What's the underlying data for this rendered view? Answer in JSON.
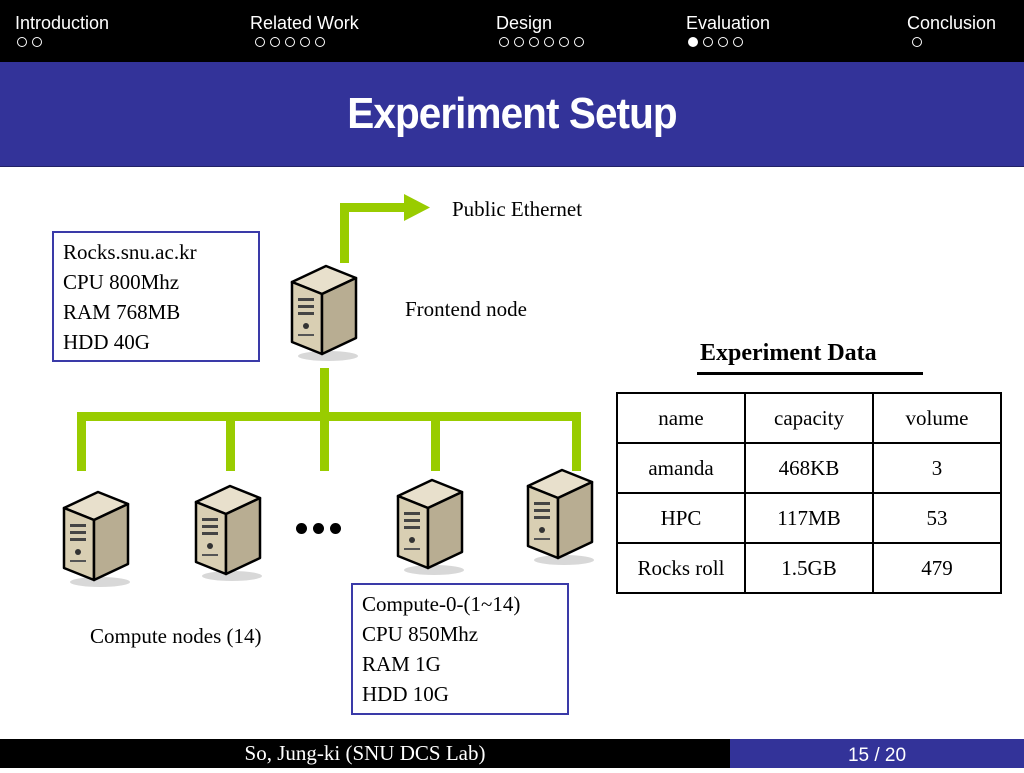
{
  "nav": {
    "sections": [
      {
        "label": "Introduction",
        "dots": [
          false,
          false
        ]
      },
      {
        "label": "Related Work",
        "dots": [
          false,
          false,
          false,
          false,
          false
        ]
      },
      {
        "label": "Design",
        "dots": [
          false,
          false,
          false,
          false,
          false,
          false
        ]
      },
      {
        "label": "Evaluation",
        "dots": [
          true,
          false,
          false,
          false
        ]
      },
      {
        "label": "Conclusion",
        "dots": [
          false
        ]
      }
    ]
  },
  "slide": {
    "title": "Experiment Setup",
    "public_ethernet": "Public Ethernet",
    "frontend_label": "Frontend node",
    "frontend_spec": [
      "Rocks.snu.ac.kr",
      "CPU 800Mhz",
      "RAM 768MB",
      "HDD 40G"
    ],
    "compute_label": "Compute nodes (14)",
    "compute_spec": [
      "Compute-0-(1~14)",
      "CPU 850Mhz",
      "RAM 1G",
      "HDD 10G"
    ]
  },
  "experiment": {
    "title": "Experiment Data",
    "headers": [
      "name",
      "capacity",
      "volume"
    ],
    "rows": [
      [
        "amanda",
        "468KB",
        "3"
      ],
      [
        "HPC",
        "117MB",
        "53"
      ],
      [
        "Rocks roll",
        "1.5GB",
        "479"
      ]
    ]
  },
  "footer": {
    "author": "So, Jung-ki (SNU DCS Lab)",
    "page": "15 / 20"
  },
  "colors": {
    "accent": "#333399",
    "network": "#99cc00",
    "box_border": "#3a3aa8"
  }
}
